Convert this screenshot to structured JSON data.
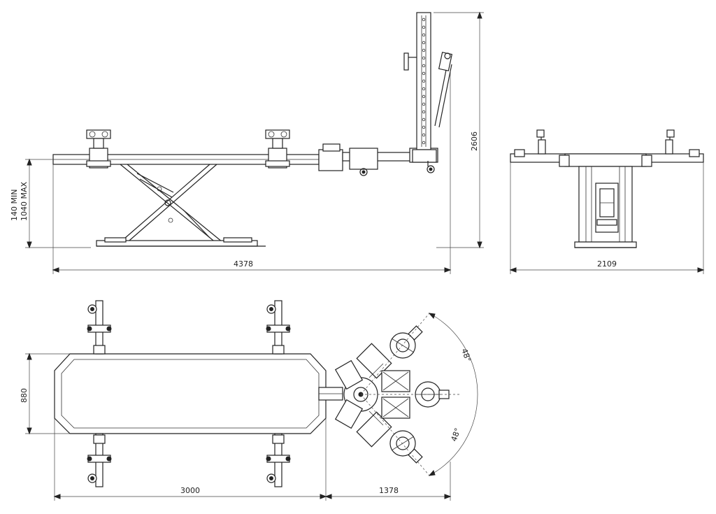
{
  "dimensions": {
    "height_range": "140 MIN\n1040 MAX",
    "height_min": "140 MIN",
    "height_max": "1040 MAX",
    "total_length": "4378",
    "column_height": "2606",
    "side_width": "2109",
    "bench_width": "880",
    "bench_length": "3000",
    "arm_reach": "1378",
    "angle_upper": "48°",
    "angle_lower": "48°"
  },
  "colors": {
    "line": "#222222",
    "background": "#ffffff"
  }
}
